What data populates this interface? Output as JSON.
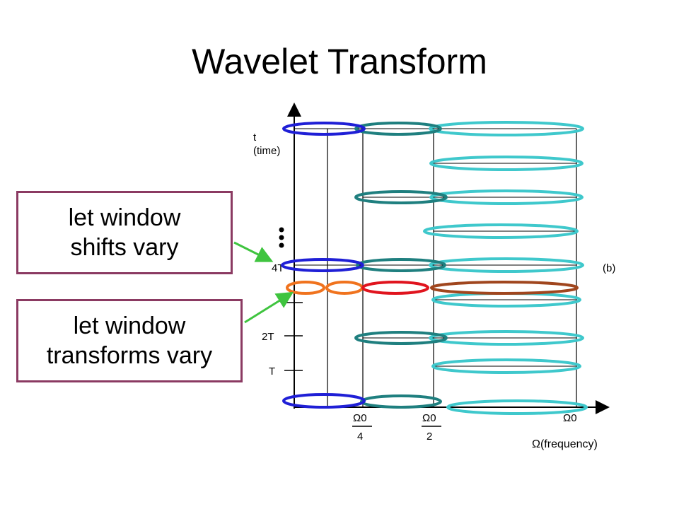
{
  "slide": {
    "title": "Wavelet Transform"
  },
  "callouts": {
    "shifts": {
      "line1": "let window",
      "line2": "shifts vary"
    },
    "transforms": {
      "line1": "let window",
      "line2": "transforms vary"
    }
  },
  "diagram": {
    "y_axis_label": "t",
    "y_axis_sublabel": "(time)",
    "x_axis_label": "Ω(frequency)",
    "panel_label": "(b)",
    "y_ticks": [
      "4T",
      "2T",
      "T"
    ],
    "x_ticks": [
      {
        "numerator": "Ω0",
        "denominator": "4"
      },
      {
        "numerator": "Ω0",
        "denominator": "2"
      },
      {
        "numerator": "Ω0",
        "denominator": ""
      }
    ],
    "colors": {
      "blue": "#1f1fd6",
      "teal": "#1f7f7f",
      "cyan": "#3fc8cc",
      "orange": "#f0731e",
      "red": "#e0141e",
      "brown": "#a0461e",
      "arrow": "#3fc43f",
      "callout_border": "#8b3a62"
    }
  }
}
